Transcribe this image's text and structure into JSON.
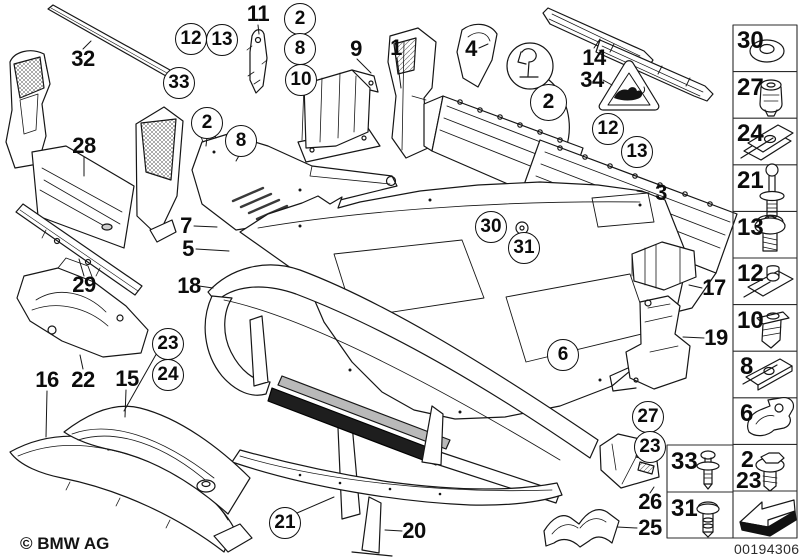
{
  "diagram_kind": "vehicle-parts-exploded-diagram",
  "labels": {
    "plain": [
      "32",
      "11",
      "9",
      "1",
      "4",
      "14",
      "34",
      "3",
      "28",
      "7",
      "5",
      "18",
      "29",
      "16",
      "22",
      "15",
      "17",
      "19",
      "26",
      "25",
      "20"
    ],
    "circled": [
      "12",
      "13",
      "33",
      "2",
      "8",
      "10",
      "2",
      "8",
      "2",
      "12",
      "13",
      "30",
      "31",
      "6",
      "27",
      "23",
      "23",
      "24",
      "21"
    ]
  },
  "sidebar": {
    "cells": [
      {
        "num": "30",
        "icon": "washer-icon"
      },
      {
        "num": "27",
        "icon": "expanding-plug-icon"
      },
      {
        "num": "24",
        "icon": "clip-nut-icon"
      },
      {
        "num": "21",
        "icon": "expansion-rivet-icon"
      },
      {
        "num": "13",
        "icon": "screw-with-washer-icon"
      },
      {
        "num": "12",
        "icon": "clip-nut-boss-icon"
      },
      {
        "num": "10",
        "icon": "expanding-nut-icon"
      },
      {
        "num": "8",
        "icon": "flat-clip-nut-icon"
      },
      {
        "num": "6",
        "icon": "clamp-icon"
      },
      {
        "num": "2",
        "num2": "23",
        "icon": "hex-screw-washer-icon"
      },
      {
        "icon": "direction-arrow-icon"
      }
    ],
    "side_cells": [
      {
        "num": "33",
        "icon": "blind-rivet-icon"
      },
      {
        "num": "31",
        "icon": "round-rivet-icon"
      }
    ]
  },
  "footer": {
    "copyright": "© BMW AG",
    "code": "00194306"
  }
}
